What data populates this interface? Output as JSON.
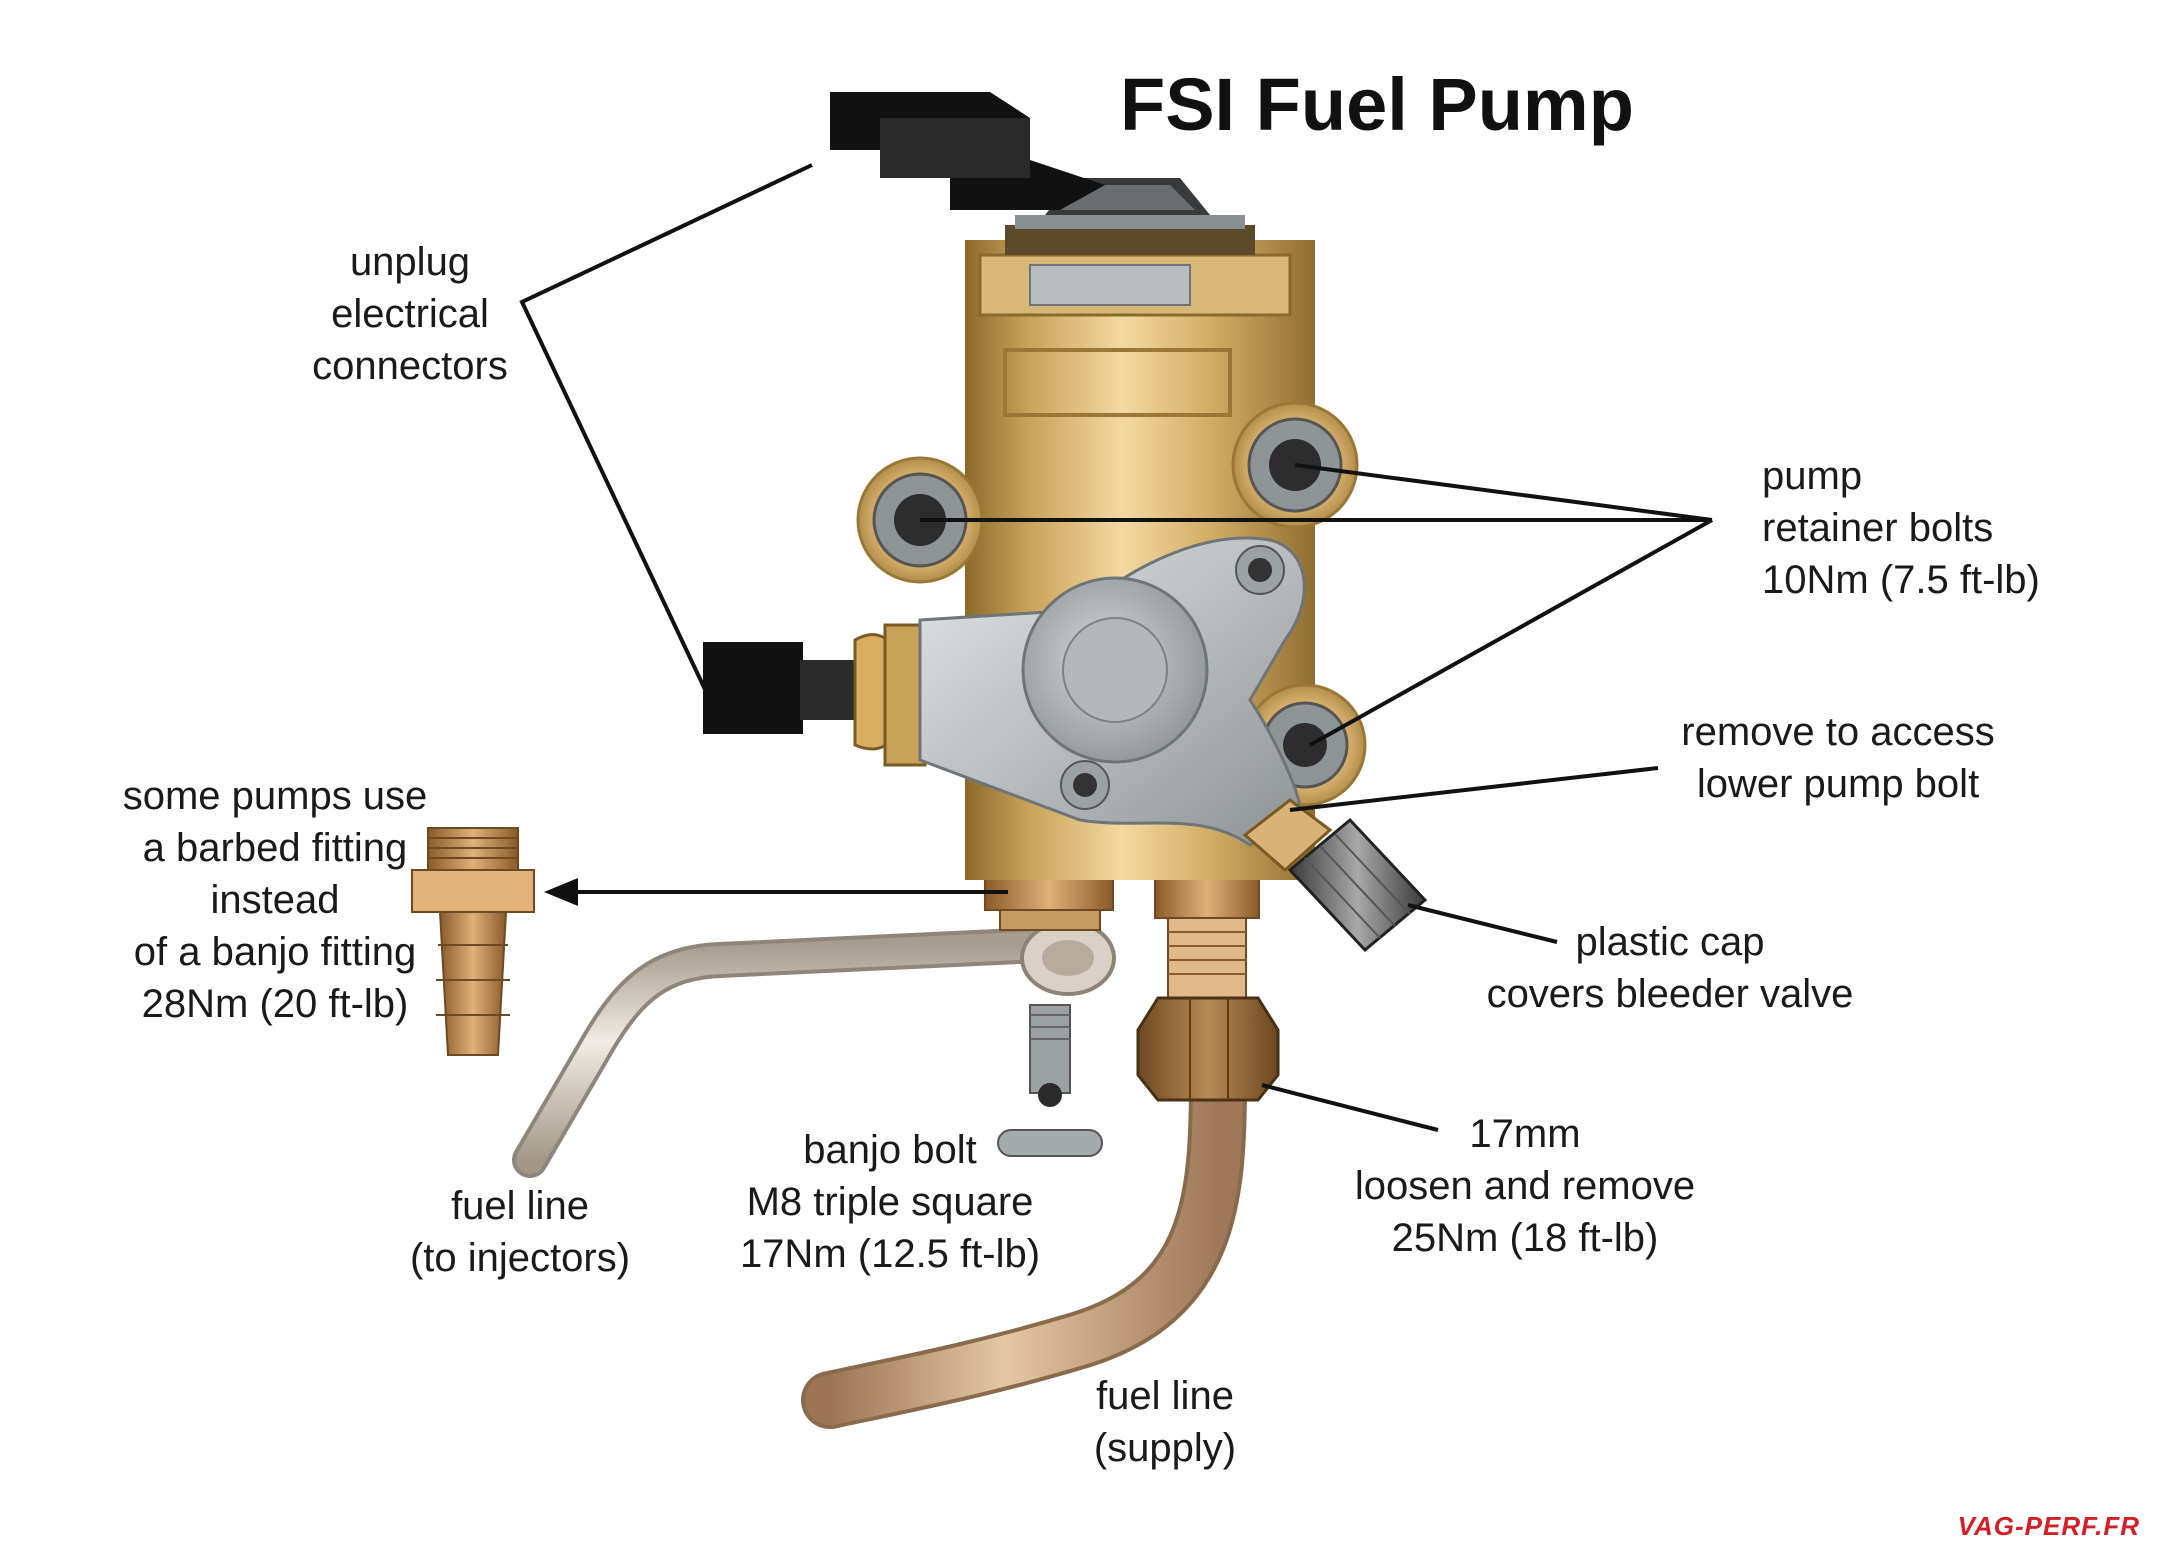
{
  "title": "FSI Fuel Pump",
  "labels": {
    "electrical": [
      "unplug",
      "electrical",
      "connectors"
    ],
    "retainer_bolts": [
      "pump",
      "retainer bolts",
      "10Nm (7.5 ft-lb)"
    ],
    "lower_bolt_access": [
      "remove to access",
      "lower pump bolt"
    ],
    "plastic_cap": [
      "plastic cap",
      "covers bleeder valve"
    ],
    "supply_nut": [
      "17mm",
      "loosen and remove",
      "25Nm (18 ft-lb)"
    ],
    "banjo_bolt": [
      "banjo bolt",
      "M8 triple square",
      "17Nm (12.5 ft-lb)"
    ],
    "fuel_line_injectors": [
      "fuel line",
      "(to injectors)"
    ],
    "fuel_line_supply": [
      "fuel line",
      "(supply)"
    ],
    "barbed_fitting": [
      "some pumps use",
      "a barbed fitting",
      "instead",
      "of a banjo fitting",
      "28Nm (20 ft-lb)"
    ]
  },
  "watermark": "VAG-PERF.FR",
  "colors": {
    "brass": "#c9a25a",
    "brass_dark": "#8a6a2c",
    "alloy": "#b8bcbf",
    "connector": "#111111",
    "copper_line": "#c9a27c",
    "steel_line": "#cfc6bb",
    "leader": "#111111",
    "watermark": "#d31f26"
  }
}
